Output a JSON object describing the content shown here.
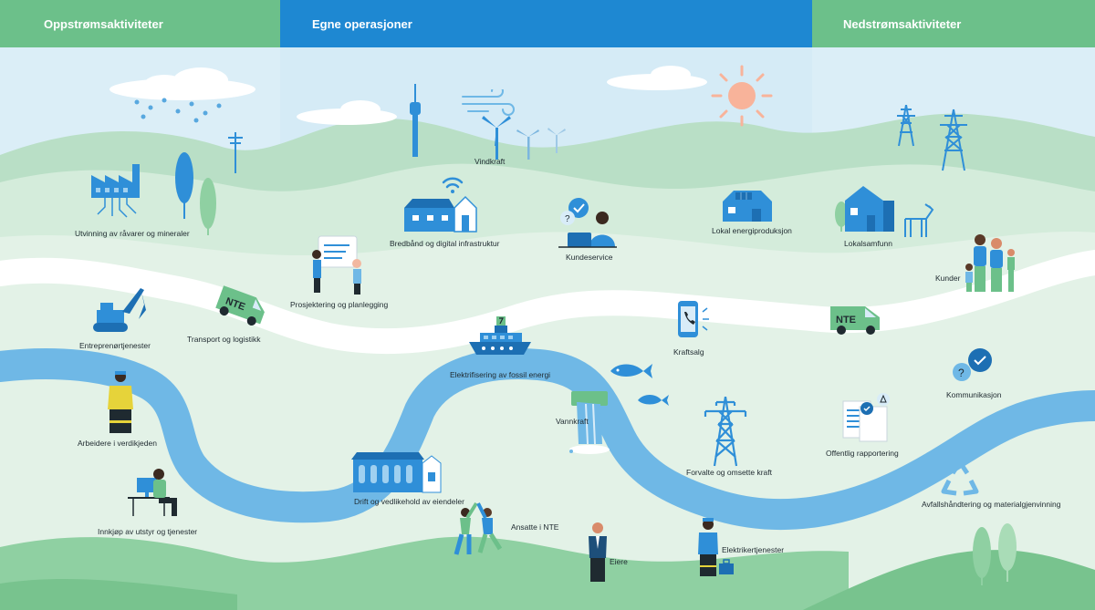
{
  "headers": {
    "upstream": "Oppstrømsaktiviteter",
    "own": "Egne operasjoner",
    "downstream": "Nedstrømsaktiviteter"
  },
  "upstream": {
    "raw_materials": "Utvinning av råvarer og mineraler",
    "contractors": "Entreprenørtjenester",
    "transport": "Transport og logistikk",
    "workers": "Arbeidere i verdikjeden",
    "procurement": "Innkjøp av utstyr og tjenester"
  },
  "own": {
    "wind": "Vindkraft",
    "broadband": "Bredbånd og digital infrastruktur",
    "customer_service": "Kundeservice",
    "local_energy": "Lokal energiproduksjon",
    "planning": "Prosjektering og planlegging",
    "power_sales": "Kraftsalg",
    "electrification": "Elektrifisering av fossil energi",
    "hydro": "Vannkraft",
    "manage_power": "Forvalte og omsette kraft",
    "maintenance": "Drift og vedlikehold av eiendeler",
    "employees": "Ansatte i NTE",
    "owners": "Eiere",
    "electrician": "Elektrikertjenester"
  },
  "downstream": {
    "local_community": "Lokalsamfunn",
    "customers": "Kunder",
    "communication": "Kommunikasjon",
    "public_reporting": "Offentlig rapportering",
    "waste": "Avfallshåndtering og materialgjenvinning"
  },
  "brand": {
    "van_text": "NTE"
  },
  "colors": {
    "upstream_header": "#6cc08a",
    "own_header": "#1e88d2",
    "downstream_header": "#6cc08a",
    "river": "#6fb8e6",
    "icon_blue": "#2f8fd8",
    "hill_green": "#8fd0a2",
    "sun": "#f8b39a"
  }
}
